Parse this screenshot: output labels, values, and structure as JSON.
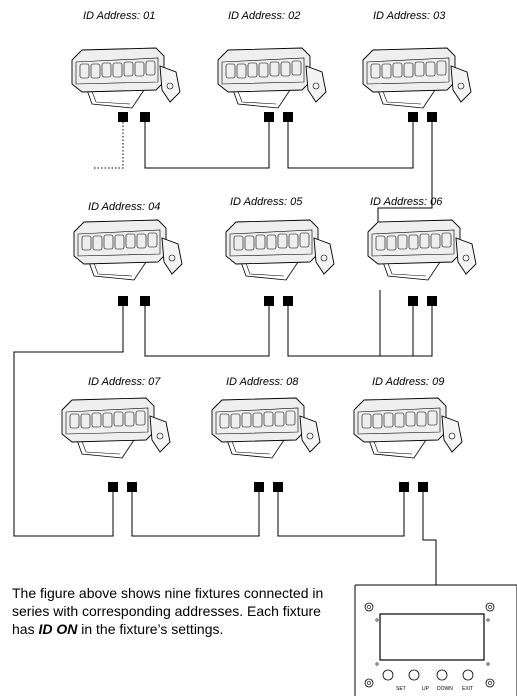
{
  "fixtures": [
    {
      "id": "01",
      "label": "ID Address: 01"
    },
    {
      "id": "02",
      "label": "ID Address: 02"
    },
    {
      "id": "03",
      "label": "ID Address: 03"
    },
    {
      "id": "04",
      "label": "ID Address: 04"
    },
    {
      "id": "05",
      "label": "ID Address: 05"
    },
    {
      "id": "06",
      "label": "ID Address: 06"
    },
    {
      "id": "07",
      "label": "ID Address: 07"
    },
    {
      "id": "08",
      "label": "ID Address: 08"
    },
    {
      "id": "09",
      "label": "ID Address: 09"
    }
  ],
  "caption": {
    "before": "The figure above shows nine fixtures connected in series with corresponding addresses. Each fixture has ",
    "emphasis": "ID ON",
    "after": " in the fixture’s settings."
  },
  "controller": {
    "buttons": [
      "SET",
      "UP",
      "DOWN",
      "EXIT"
    ]
  },
  "colors": {
    "line": "#000000",
    "fixture_fill": "#eeeeee",
    "background": "#ffffff"
  }
}
